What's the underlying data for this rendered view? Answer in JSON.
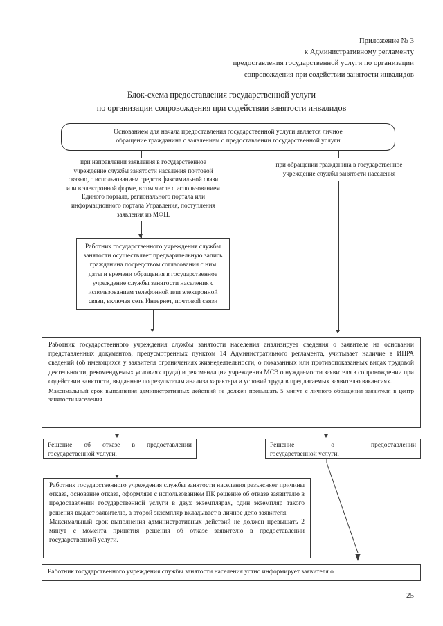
{
  "header": {
    "lines": [
      "Приложение № 3",
      "к Административному регламенту",
      "предоставления государственной услуги по организации",
      "сопровождения при содействии занятости инвалидов"
    ]
  },
  "title": {
    "line1": "Блок-схема предоставления государственной услуги",
    "line2": "по организации сопровождения при содействии занятости инвалидов"
  },
  "boxes": {
    "start": {
      "line1": "Основанием для начала предоставления государственной услуги является личное",
      "line2": "обращение гражданина с заявлением о предоставлении государственной услуги"
    },
    "note_left": {
      "l1": "при направлении заявления в государственное",
      "l2": "учреждение службы занятости населения почтовой",
      "l3": "связью, с использованием средств факсимильной связи",
      "l4": "или в электронной форме, в том числе с использованием",
      "l5": "Единого портала, регионального портала или",
      "l6": "информационного портала Управления, поступления",
      "l7": "заявления из МФЦ."
    },
    "note_right": {
      "l1": "при обращении гражданина в государственное",
      "l2": "учреждение службы занятости населения"
    },
    "pre_record": {
      "l1": "Работник государственного учреждения службы",
      "l2": "занятости осуществляет предварительную запись",
      "l3": "гражданина посредством согласования с ним",
      "l4": "даты и времени обращения в государственное",
      "l5": "учреждение службы занятости населения с",
      "l6": "использованием телефонной или электронной",
      "l7": "связи, включая сеть Интернет, почтовой связи"
    },
    "analysis": {
      "p1": "Работник государственного учреждения службы занятости населения анализирует сведения о заявителе на основании представленных документов, предусмотренных пунктом 14 Административного регламента, учитывает наличие в ИПРА сведений (об имеющихся у заявителя ограничениях жизнедеятельности, о показанных или противопоказанных видах трудовой деятельности, рекомендуемых условиях труда) и рекомендации учреждения МСЭ о нуждаемости заявителя в сопровождении при содействии занятости, выданные по результатам анализа характера и условий труда в предлагаемых заявителю вакансиях.",
      "p2": "Максимальный срок выполнения административных действий не должен превышать 5 минут с личного обращения заявителя в центр занятости населения."
    },
    "decision_refuse": {
      "l1": "Решение об отказе в предоставлении",
      "l2": "государственной услуги."
    },
    "decision_grant": {
      "l1": "Решение о предоставлении",
      "l2": "государственной услуги."
    },
    "refuse_detail": {
      "p1": "Работник государственного учреждения службы занятости населения разъясняет причины отказа, основание отказа, оформляет с использованием ПК решение об отказе заявителю в предоставлении государственной услуги в двух экземплярах, один экземпляр такого решения выдает заявителю, а второй экземпляр вкладывает в личное дело заявителя.",
      "p2": "Максимальный срок выполнения административных действий не должен превышать 2 минут с момента принятия решения об отказе заявителю в предоставлении государственной услуги."
    },
    "inform": {
      "l1": "Работник государственного учреждения службы занятости населения устно информирует заявителя о"
    }
  },
  "page_number": "25"
}
